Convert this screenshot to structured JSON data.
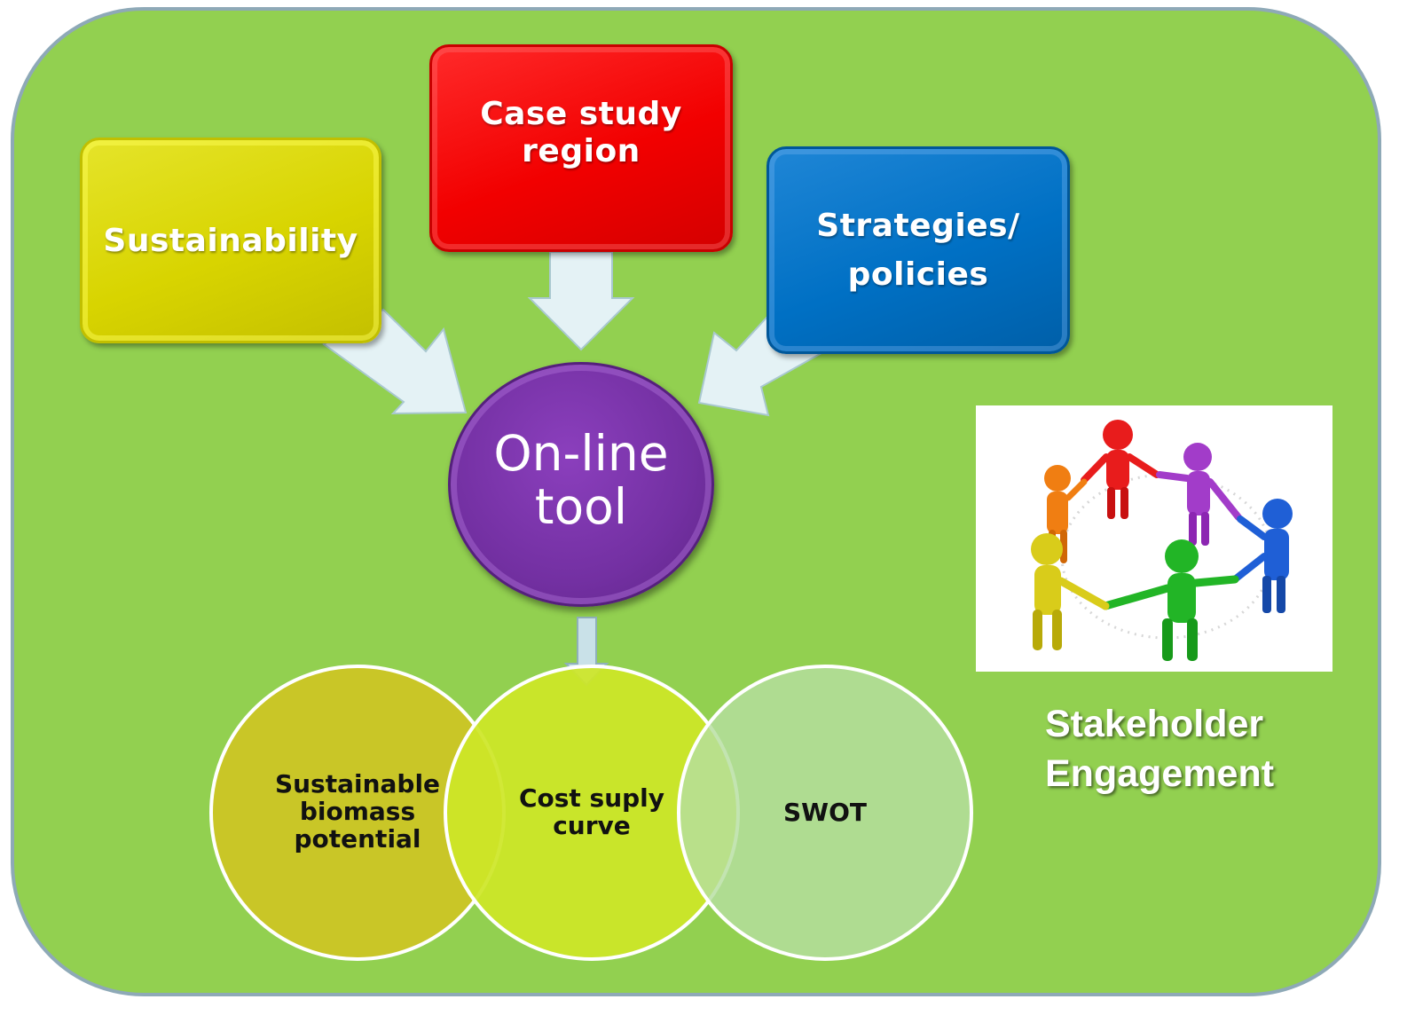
{
  "diagram": {
    "inputs": [
      {
        "label": "Sustainability",
        "color": "#d8d400"
      },
      {
        "label": "Case study\nregion",
        "color": "#f20000"
      },
      {
        "label": "Strategies/\npolicies",
        "color": "#0070c4"
      }
    ],
    "hub": {
      "label": "On-line\ntool",
      "color": "#7330a2"
    },
    "outputs": [
      {
        "label": "Sustainable\nbiomass\npotential"
      },
      {
        "label": "Cost suply\ncurve"
      },
      {
        "label": "SWOT"
      }
    ],
    "side": {
      "image": "people-holding-hands-circle-icon",
      "caption": "Stakeholder\nEngagement"
    },
    "colors": {
      "background": "#92d050",
      "arrow_fill": "#e4f2f5",
      "arrow_stroke": "#a9c8d0"
    }
  }
}
